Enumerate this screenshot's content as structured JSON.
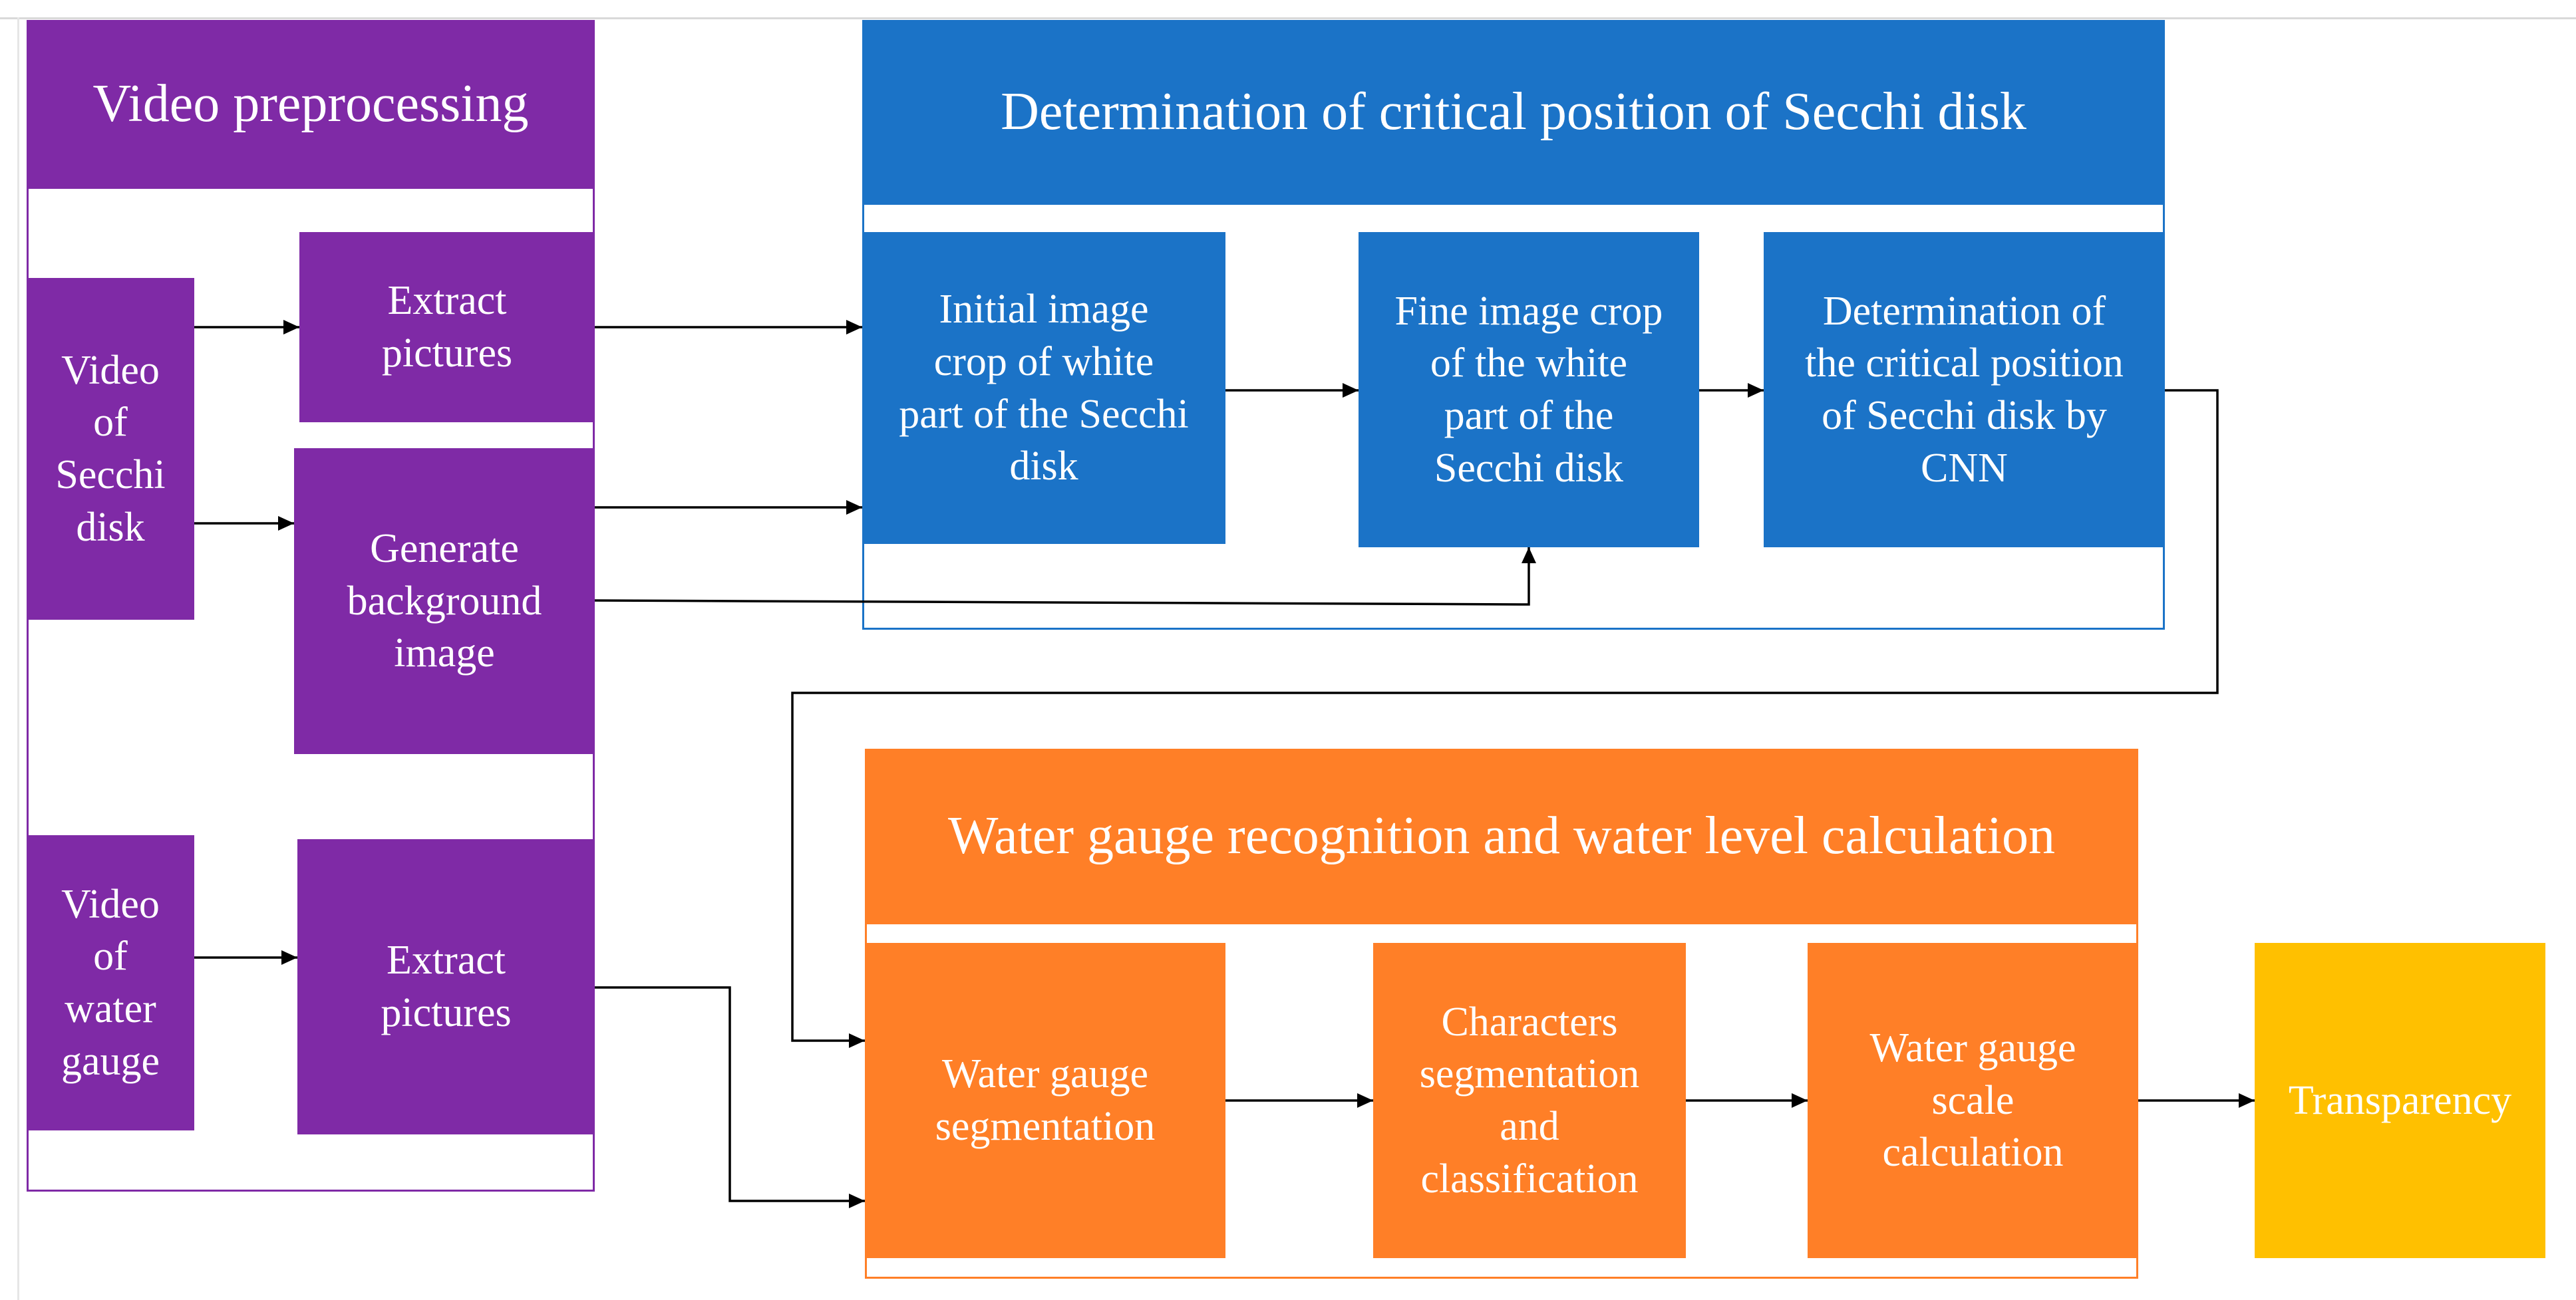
{
  "colors": {
    "preprocessing": "#7F2AA6",
    "secchi_stage": "#1B73C7",
    "gauge_stage": "#FF7F27",
    "output": "#FFC000",
    "text": "#FFFFFF",
    "arrow": "#000000"
  },
  "preprocessing": {
    "title": "Video preprocessing",
    "video_secchi": "Video\nof\nSecchi\ndisk",
    "extract_pictures_top": "Extract\npictures",
    "generate_background": "Generate\nbackground\nimage",
    "video_gauge": "Video\nof\nwater\ngauge",
    "extract_pictures_bottom": "Extract\npictures"
  },
  "secchi_stage": {
    "title": "Determination of critical position of Secchi disk",
    "initial_crop": "Initial image\ncrop of white\npart of the Secchi\ndisk",
    "fine_crop": "Fine image crop\nof the white\npart of the\nSecchi disk",
    "critical_position": "Determination of\nthe critical position\nof Secchi disk by\nCNN"
  },
  "gauge_stage": {
    "title": "Water gauge recognition and water level calculation",
    "segmentation": "Water gauge\nsegmentation",
    "characters": "Characters\nsegmentation\nand\nclassification",
    "scale": "Water gauge\nscale\ncalculation"
  },
  "output": {
    "transparency": "Transparency"
  }
}
